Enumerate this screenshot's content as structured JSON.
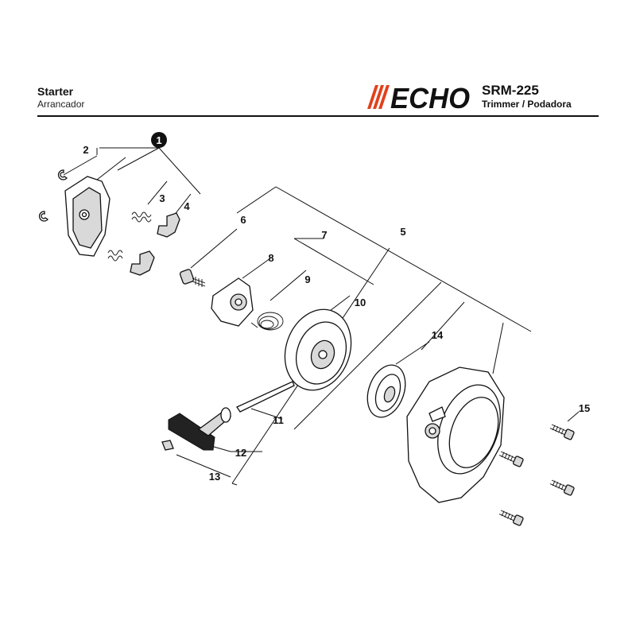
{
  "header": {
    "title": "Starter",
    "subtitle": "Arrancador",
    "brand": "ECHO",
    "model": "SRM-225",
    "model_description": "Trimmer / Podadora"
  },
  "callouts": {
    "c1": "1",
    "c2": "2",
    "c3": "3",
    "c4": "4",
    "c5": "5",
    "c6": "6",
    "c7": "7",
    "c8": "8",
    "c9": "9",
    "c10": "10",
    "c11": "11",
    "c12": "12",
    "c13": "13",
    "c14": "14",
    "c15": "15"
  },
  "colors": {
    "brand_red": "#e2401c",
    "ink": "#111111"
  }
}
